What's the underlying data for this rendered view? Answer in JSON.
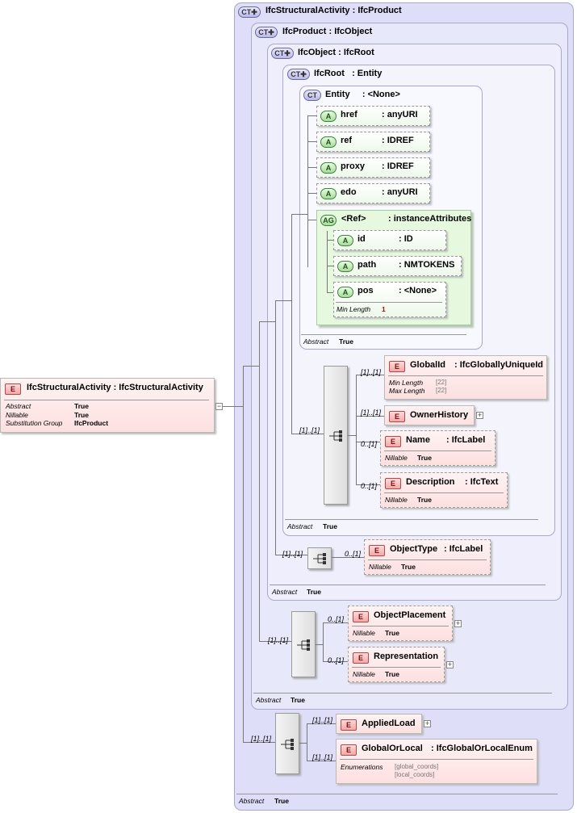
{
  "root": {
    "name": "IfcStructuralActivity : IfcStructuralActivity",
    "props": [
      {
        "key": "Abstract",
        "value": "True"
      },
      {
        "key": "Nillable",
        "value": "True"
      },
      {
        "key": "Substitution Group",
        "value": "IfcProduct"
      }
    ]
  },
  "types": {
    "ifcStructuralActivity": {
      "badge": "CT",
      "name": "IfcStructuralActivity",
      "base": ": IfcProduct",
      "abstract_key": "Abstract",
      "abstract_val": "True"
    },
    "ifcProduct": {
      "badge": "CT",
      "name": "IfcProduct",
      "base": ": IfcObject",
      "abstract_key": "Abstract",
      "abstract_val": "True"
    },
    "ifcObject": {
      "badge": "CT",
      "name": "IfcObject",
      "base": ": IfcRoot",
      "abstract_key": "Abstract",
      "abstract_val": "True"
    },
    "ifcRoot": {
      "badge": "CT",
      "name": "IfcRoot",
      "base": ": Entity",
      "abstract_key": "Abstract",
      "abstract_val": "True"
    },
    "entity": {
      "badge": "CT",
      "name": "Entity",
      "base": ": <None>",
      "abstract_key": "Abstract",
      "abstract_val": "True"
    }
  },
  "attributes": [
    {
      "badge": "A",
      "name": "href",
      "type": ": anyURI"
    },
    {
      "badge": "A",
      "name": "ref",
      "type": ": IDREF"
    },
    {
      "badge": "A",
      "name": "proxy",
      "type": ": IDREF"
    },
    {
      "badge": "A",
      "name": "edo",
      "type": ": anyURI"
    }
  ],
  "attribute_group": {
    "badge": "AG",
    "name": "<Ref>",
    "type": ": instanceAttributes",
    "items": [
      {
        "badge": "A",
        "name": "id",
        "type": ": ID"
      },
      {
        "badge": "A",
        "name": "path",
        "type": ": NMTOKENS"
      },
      {
        "badge": "A",
        "name": "pos",
        "type": ": <None>",
        "prop_key": "Min Length",
        "prop_val": "1"
      }
    ]
  },
  "root_sequence": {
    "card": "[1]..[1]",
    "elements": [
      {
        "badge": "E",
        "name": "GlobalId",
        "type": ": IfcGloballyUniqueId",
        "card": "[1]..[1]",
        "props": [
          {
            "key": "Min Length",
            "value": "[22]"
          },
          {
            "key": "Max Length",
            "value": "[22]"
          }
        ]
      },
      {
        "badge": "E",
        "name": "OwnerHistory",
        "type": "",
        "card": "[1]..[1]"
      },
      {
        "badge": "E",
        "name": "Name",
        "type": ": IfcLabel",
        "card": "0..[1]",
        "props": [
          {
            "key": "Nillable",
            "value": "True"
          }
        ]
      },
      {
        "badge": "E",
        "name": "Description",
        "type": ": IfcText",
        "card": "0..[1]",
        "props": [
          {
            "key": "Nillable",
            "value": "True"
          }
        ]
      }
    ]
  },
  "object_sequence": {
    "card": "[1]..[1]",
    "elements": [
      {
        "badge": "E",
        "name": "ObjectType",
        "type": ": IfcLabel",
        "card": "0..[1]",
        "props": [
          {
            "key": "Nillable",
            "value": "True"
          }
        ]
      }
    ]
  },
  "product_sequence": {
    "card": "[1]..[1]",
    "elements": [
      {
        "badge": "E",
        "name": "ObjectPlacement",
        "type": "",
        "card": "0..[1]",
        "props": [
          {
            "key": "Nillable",
            "value": "True"
          }
        ]
      },
      {
        "badge": "E",
        "name": "Representation",
        "type": "",
        "card": "0..[1]",
        "props": [
          {
            "key": "Nillable",
            "value": "True"
          }
        ]
      }
    ]
  },
  "activity_sequence": {
    "card": "[1]..[1]",
    "elements": [
      {
        "badge": "E",
        "name": "AppliedLoad",
        "type": "",
        "card": "[1]..[1]"
      },
      {
        "badge": "E",
        "name": "GlobalOrLocal",
        "type": ": IfcGlobalOrLocalEnum",
        "card": "[1]..[1]",
        "enum_key": "Enumerations",
        "enum_values": [
          "[global_coords]",
          "[local_coords]"
        ]
      }
    ]
  },
  "expand_symbol": "+",
  "collapse_symbol": "−"
}
